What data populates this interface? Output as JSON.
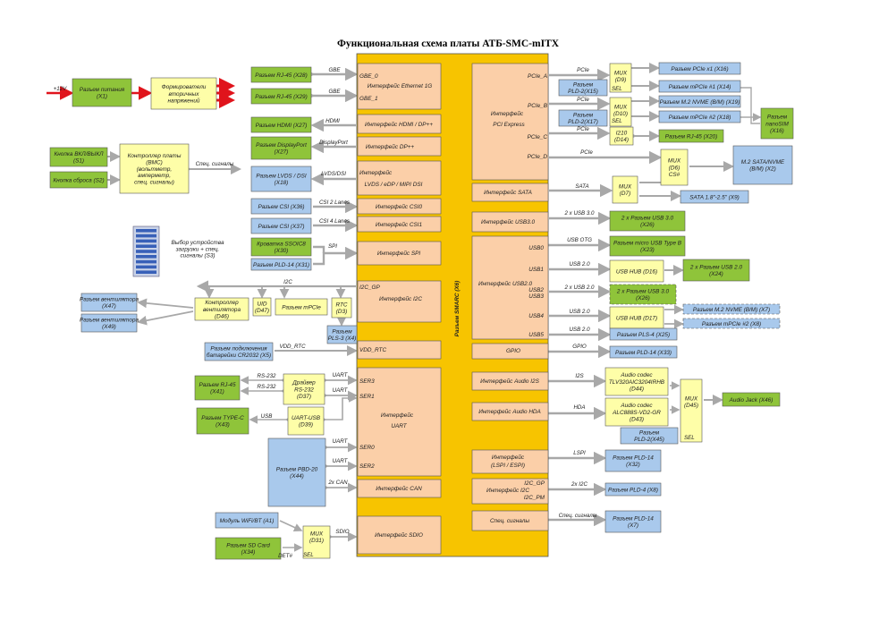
{
  "title": "Функциональная схема платы АТБ-SMC-mITX",
  "colors": {
    "orange": "#fbcfa8",
    "green": "#8fc43a",
    "blue": "#a9c9ec",
    "yellow": "#fefea8",
    "smarc": "#f7c400",
    "arrow": "#a8a8a8",
    "red": "#e0141c",
    "gray_chip": "#c8d2e8"
  },
  "smarc_label": "Разъем SMARC (X6)",
  "interfaces": [
    {
      "id": "gbe",
      "lines": [
        "GBE_0",
        "Интерфейс Ethernet 1G",
        "GBE_1"
      ]
    },
    {
      "id": "hdmi",
      "lines": [
        "Интерфейс HDMI / DP++"
      ]
    },
    {
      "id": "dp",
      "lines": [
        "Интерфейс DP++"
      ]
    },
    {
      "id": "lvds",
      "lines": [
        "Интерфейс",
        "LVDS / eDP / MIPI DSI"
      ]
    },
    {
      "id": "csi0",
      "lines": [
        "Интерфейс CSI0"
      ]
    },
    {
      "id": "csi1",
      "lines": [
        "Интерфейс CSI1"
      ]
    },
    {
      "id": "spi",
      "lines": [
        "Интерфейс SPI"
      ]
    },
    {
      "id": "i2c",
      "lines": [
        "I2C_GP",
        "Интерфейс I2C"
      ]
    },
    {
      "id": "vdd",
      "lines": [
        "VDD_RTC"
      ]
    },
    {
      "id": "uart",
      "lines": [
        "SER3",
        "SER1",
        "Интерфейс",
        "UART",
        "SER0",
        "SER2"
      ]
    },
    {
      "id": "can",
      "lines": [
        "Интерфейс CAN"
      ]
    },
    {
      "id": "sdio",
      "lines": [
        "Интерфейс SDIO"
      ]
    },
    {
      "id": "pcie",
      "lines": [
        "PCIe_A",
        "PCIe_B",
        "Интерфейс",
        "PCI Express",
        "PCIe_C",
        "PCIe_D"
      ]
    },
    {
      "id": "sata",
      "lines": [
        "Интерфейс SATA"
      ]
    },
    {
      "id": "usb3",
      "lines": [
        "Интерфейс USB3.0"
      ]
    },
    {
      "id": "usb2",
      "lines": [
        "USB0",
        "USB1",
        "Интерфейс USB2.0",
        "USB2",
        "USB3",
        "USB4",
        "USB5"
      ]
    },
    {
      "id": "gpio",
      "lines": [
        "GPIO"
      ]
    },
    {
      "id": "i2s",
      "lines": [
        "Интерфейс Audio I2S"
      ]
    },
    {
      "id": "hda",
      "lines": [
        "Интерфейс Audio HDA"
      ]
    },
    {
      "id": "espi",
      "lines": [
        "Интерфейс",
        "(LSPI / ESPI)"
      ]
    },
    {
      "id": "i2cpm",
      "lines": [
        "I2C_GP",
        "Интерфейс I2C",
        "I2C_PM"
      ]
    },
    {
      "id": "spec",
      "lines": [
        "Спец. сигналы"
      ]
    }
  ],
  "blocks": [
    {
      "id": "power-input",
      "text": "+12V"
    },
    {
      "id": "power-connector",
      "lines": [
        "Разъем питания",
        "(X1)"
      ]
    },
    {
      "id": "voltage-former",
      "lines": [
        "Формирователи",
        "вторичных",
        "напряжений"
      ]
    },
    {
      "id": "btn-power",
      "lines": [
        "Кнопка ВКЛ/ВЫКЛ",
        "(S1)"
      ]
    },
    {
      "id": "btn-reset",
      "lines": [
        "Кнопка сброса (S2)"
      ]
    },
    {
      "id": "bmc",
      "lines": [
        "Контроллер платы",
        "(BMC)",
        "(вольтметр,",
        "амперметр,",
        "спец. сигналы)"
      ]
    },
    {
      "id": "spec-signals-left",
      "text": "Спец. сигналы"
    },
    {
      "id": "rj45-x28",
      "text": "Разъем RJ-45 (X28)"
    },
    {
      "id": "rj45-x29",
      "text": "Разъем RJ-45 (X29)"
    },
    {
      "id": "hdmi-x27",
      "text": "Разъем HDMI (X27)"
    },
    {
      "id": "dp-x27",
      "lines": [
        "Разъем DisplayPort",
        "(X27)"
      ]
    },
    {
      "id": "lvds-x18",
      "lines": [
        "Разъем LVDS / DSI",
        "(X18)"
      ]
    },
    {
      "id": "csi-x36",
      "text": "Разъем CSI (X36)"
    },
    {
      "id": "csi-x37",
      "text": "Разъем CSI (X37)"
    },
    {
      "id": "switch-s3",
      "lines": [
        "Выбор устройства",
        "загрузки + спец.",
        "сигналы (S3)"
      ]
    },
    {
      "id": "ssd-x30",
      "lines": [
        "Кроватка SSOIC8",
        "(X30)"
      ]
    },
    {
      "id": "pld-x31",
      "text": "Разъем PLD-14 (X31)"
    },
    {
      "id": "fan-x47",
      "lines": [
        "Разъем вентилятора",
        "(X47)"
      ]
    },
    {
      "id": "fan-x49",
      "lines": [
        "Разъем вентилятора",
        "(X49)"
      ]
    },
    {
      "id": "fan-ctrl",
      "lines": [
        "Контроллер",
        "вентилятора",
        "(D46)"
      ]
    },
    {
      "id": "uid",
      "lines": [
        "UID",
        "(D47)"
      ]
    },
    {
      "id": "mpcie-small",
      "text": "Разъем mPCIe"
    },
    {
      "id": "rtc",
      "lines": [
        "RTC",
        "(D3)"
      ]
    },
    {
      "id": "pls-x4",
      "lines": [
        "Разъем",
        "PLS-3 (X4)"
      ]
    },
    {
      "id": "battery",
      "lines": [
        "Разъем подключения",
        "батарейки CR2032 (X5)"
      ]
    },
    {
      "id": "rj45-x41",
      "lines": [
        "Разъем RJ-45",
        "(X41)"
      ]
    },
    {
      "id": "rs232-drv",
      "lines": [
        "Драйвер",
        "RS-232",
        "(D37)"
      ]
    },
    {
      "id": "typec-x43",
      "lines": [
        "Разъем TYPE-C",
        "(X43)"
      ]
    },
    {
      "id": "uart-usb",
      "lines": [
        "UART-USB",
        "(D39)"
      ]
    },
    {
      "id": "pbd-x44",
      "lines": [
        "Разъем PBD-20",
        "(X44)"
      ]
    },
    {
      "id": "wifi",
      "text": "Модуль WiFi/BT (A1)"
    },
    {
      "id": "sd-x34",
      "lines": [
        "Разъем SD Card",
        "(X34)"
      ]
    },
    {
      "id": "mux-d31",
      "lines": [
        "MUX",
        "(D31)"
      ]
    },
    {
      "id": "mux-d9",
      "lines": [
        "MUX",
        "(D9)"
      ]
    },
    {
      "id": "mux-d10",
      "lines": [
        "MUX",
        "(D10)"
      ]
    },
    {
      "id": "pld-x15",
      "lines": [
        "Разъем",
        "PLD-2(X15)"
      ]
    },
    {
      "id": "pld-x17",
      "lines": [
        "Разъем",
        "PLD-2(X17)"
      ]
    },
    {
      "id": "pcie-x1-x16",
      "text": "Разъем PCIe x1 (X16)"
    },
    {
      "id": "mpcie-1-x14",
      "text": "Разъем mPCIe #1 (X14)"
    },
    {
      "id": "m2-x19",
      "text": "Разъем M.2 NVME (B/M) (X19)"
    },
    {
      "id": "mpcie-2-x18",
      "text": "Разъем mPCIe #2 (X18)"
    },
    {
      "id": "nanosim",
      "lines": [
        "Разъем",
        "nanoSIM",
        "(X16)"
      ]
    },
    {
      "id": "i210",
      "lines": [
        "I210",
        "(D14)"
      ]
    },
    {
      "id": "rj45-x20",
      "text": "Разъем RJ-45 (X20)"
    },
    {
      "id": "mux-d6",
      "lines": [
        "MUX",
        "(D6)",
        "CS#"
      ]
    },
    {
      "id": "m2-sata-x2",
      "lines": [
        "M.2 SATA/NVME",
        "(B/M) (X2)"
      ]
    },
    {
      "id": "mux-d7",
      "lines": [
        "MUX",
        "(D7)"
      ]
    },
    {
      "id": "sata-x9",
      "text": "SATA 1.8\"-2.5\" (X9)"
    },
    {
      "id": "usb3-x26",
      "lines": [
        "2 x Разъем USB 3.0",
        "(X26)"
      ]
    },
    {
      "id": "microusb-x23",
      "lines": [
        "Разъем micro USB Type B",
        "(X23)"
      ]
    },
    {
      "id": "usb-hub-d16",
      "text": "USB HUB (D16)"
    },
    {
      "id": "usb2-x24",
      "lines": [
        "2 x Разъем USB 2.0",
        "(X24)"
      ]
    },
    {
      "id": "usb3-x26b",
      "lines": [
        "2 x Разъем USB 3.0",
        "(X26)"
      ]
    },
    {
      "id": "usb-hub-d17",
      "text": "USB HUB (D17)"
    },
    {
      "id": "m2-x7",
      "text": "Разъем M.2 NVME (B/M) (X7)"
    },
    {
      "id": "mpcie-x8",
      "text": "Разъем mPCIe #2 (X8)"
    },
    {
      "id": "pls-x25",
      "text": "Разъем PLS-4 (X25)"
    },
    {
      "id": "pld-x33",
      "text": "Разъем PLD-14 (X33)"
    },
    {
      "id": "audio-d44",
      "lines": [
        "Audio codec",
        "TLV320AIC3204IRHB",
        "(D44)"
      ]
    },
    {
      "id": "audio-d43",
      "lines": [
        "Audio codec",
        "ALC888S-VD2-GR",
        "(D43)"
      ]
    },
    {
      "id": "mux-d45",
      "lines": [
        "MUX",
        "(D45)"
      ]
    },
    {
      "id": "pld-x45",
      "lines": [
        "Разъем",
        "PLD-2(X45)"
      ]
    },
    {
      "id": "audio-jack",
      "text": "Audio Jack (X46)"
    },
    {
      "id": "pld-x32",
      "lines": [
        "Разъем PLD-14",
        "(X32)"
      ]
    },
    {
      "id": "pld4-x8",
      "text": "Разъем PLD-4 (X8)"
    },
    {
      "id": "pld-x7",
      "lines": [
        "Разъем PLD-14",
        "(X7)"
      ]
    }
  ],
  "signals": {
    "gbe1": "GBE",
    "gbe2": "GBE",
    "hdmi": "HDMI",
    "dp": "DisplayPort",
    "lvds": "LVDS/DSI",
    "csi2": "CSI 2 Lanes",
    "csi4": "CSI 4 Lanes",
    "spi": "SPI",
    "i2c": "I2C",
    "vdd": "VDD_RTC",
    "rs232a": "RS-232",
    "rs232b": "RS-232",
    "uart1": "UART",
    "uart2": "UART",
    "usb": "USB",
    "uart3": "UART",
    "uart4": "UART",
    "can": "2x CAN",
    "sdio": "SDIO",
    "det": "DET#",
    "sel": "SEL",
    "pcie1": "PCIe",
    "pcie2": "PCIe",
    "pcie3": "PCIe",
    "pcie4": "PCIe",
    "sata": "SATA",
    "usb30": "2 x USB 3.0",
    "usbotg": "USB OTG",
    "usb20a": "USB 2.0",
    "usb20b": "2 x USB 2.0",
    "usb20c": "USB 2.0",
    "usb20d": "USB 2.0",
    "gpio": "GPIO",
    "i2s": "I2S",
    "hda": "HDA",
    "lspi": "LSPI",
    "i2c2": "2x I2C",
    "spec": "Спец. сигналы"
  }
}
